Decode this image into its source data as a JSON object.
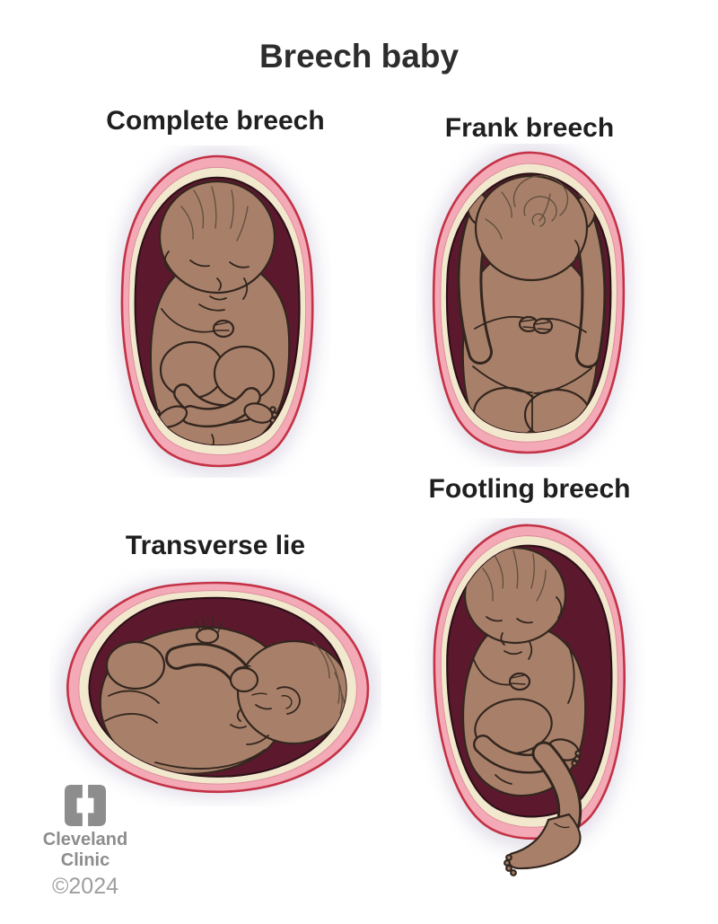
{
  "title": "Breech baby",
  "figures": [
    {
      "id": "complete-breech",
      "label": "Complete breech"
    },
    {
      "id": "frank-breech",
      "label": "Frank breech"
    },
    {
      "id": "transverse-lie",
      "label": "Transverse lie"
    },
    {
      "id": "footling-breech",
      "label": "Footling breech"
    }
  ],
  "branding": {
    "logo_icon": "cleveland-clinic-logo",
    "line1": "Cleveland",
    "line2": "Clinic",
    "copyright": "©2024"
  },
  "colors": {
    "background": "#ffffff",
    "title_text": "#2d2d2d",
    "label_text": "#1f1f1f",
    "uterus_outline": "#c43247",
    "uterus_wall_pink": "#f4a9b6",
    "amnion_cream": "#f2e8cd",
    "cavity_maroon": "#5c192e",
    "baby_skin": "#a8806a",
    "baby_outline": "#33261e",
    "hair_line": "#63503f",
    "glow": "#cfc9da",
    "branding_gray": "#8d8d8d",
    "copyright_gray": "#9e9e9e"
  }
}
